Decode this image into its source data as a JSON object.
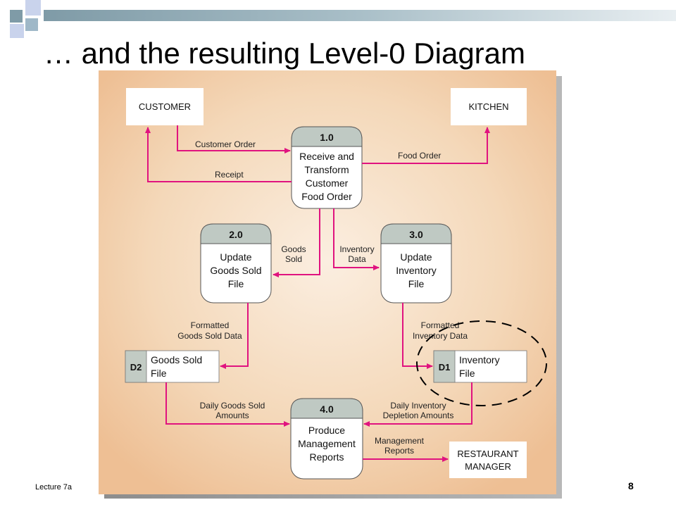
{
  "slide": {
    "title": "… and the resulting Level-0 Diagram",
    "footer_label": "Lecture 7a",
    "page_number": "8"
  },
  "colors": {
    "flow_arrow": "#e0137f",
    "panel": "#f3d0ac",
    "process_header": "#bfc9c3",
    "store_id": "#c2cbc4",
    "highlight_ellipse": "#000000"
  },
  "diagram": {
    "entities": {
      "customer": "CUSTOMER",
      "kitchen": "KITCHEN",
      "manager_line1": "RESTAURANT",
      "manager_line2": "MANAGER"
    },
    "processes": {
      "p1": {
        "number": "1.0",
        "lines": [
          "Receive and",
          "Transform",
          "Customer",
          "Food Order"
        ]
      },
      "p2": {
        "number": "2.0",
        "lines": [
          "Update",
          "Goods Sold",
          "File"
        ]
      },
      "p3": {
        "number": "3.0",
        "lines": [
          "Update",
          "Inventory",
          "File"
        ]
      },
      "p4": {
        "number": "4.0",
        "lines": [
          "Produce",
          "Management",
          "Reports"
        ]
      }
    },
    "stores": {
      "d2": {
        "id": "D2",
        "lines": [
          "Goods Sold",
          "File"
        ]
      },
      "d1": {
        "id": "D1",
        "lines": [
          "Inventory",
          "File"
        ]
      }
    },
    "flows": {
      "customer_order": "Customer Order",
      "receipt": "Receipt",
      "food_order": "Food Order",
      "goods_sold": [
        "Goods",
        "Sold"
      ],
      "inventory_data": [
        "Inventory",
        "Data"
      ],
      "formatted_goods_sold_data": [
        "Formatted",
        "Goods Sold Data"
      ],
      "formatted_inventory_data": [
        "Formatted",
        "Inventory Data"
      ],
      "daily_goods_sold_amounts": [
        "Daily Goods Sold",
        "Amounts"
      ],
      "daily_inventory_depletion_amounts": [
        "Daily Inventory",
        "Depletion Amounts"
      ],
      "management_reports": [
        "Management",
        "Reports"
      ]
    }
  }
}
